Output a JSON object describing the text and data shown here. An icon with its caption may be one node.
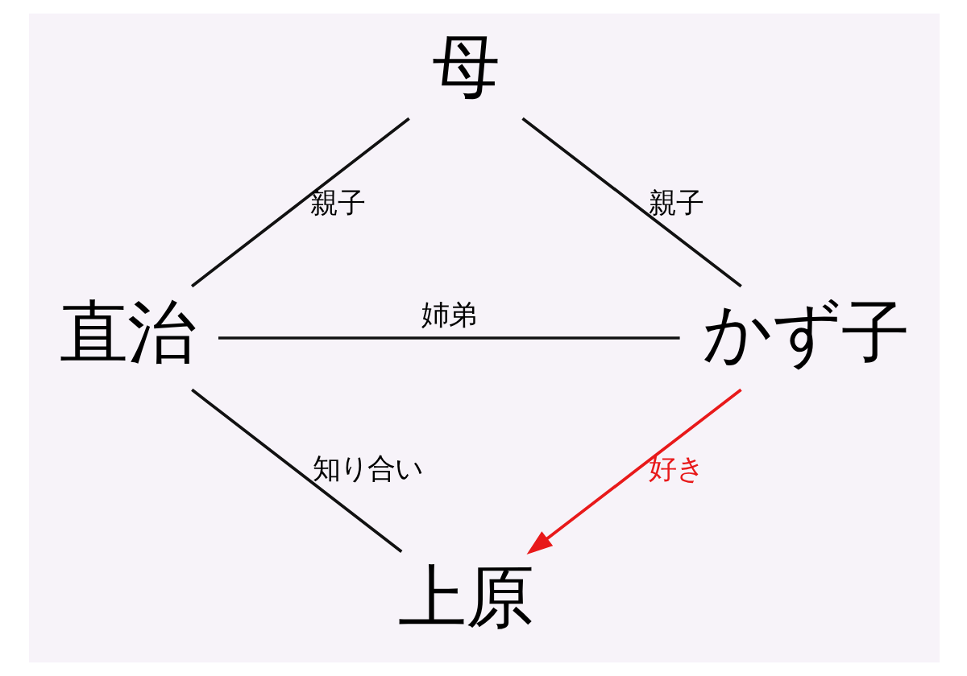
{
  "diagram": {
    "nodes": [
      {
        "text": [
          "母"
        ]
      },
      {
        "text": [
          "直治"
        ]
      },
      {
        "text": [
          "かず子"
        ]
      },
      {
        "text": [
          "上原"
        ]
      }
    ],
    "edges": [
      {
        "from": 1,
        "to": 0,
        "arrow": "none",
        "label": "親子"
      },
      {
        "from": 0,
        "to": 2,
        "arrow": "none",
        "label": "親子"
      },
      {
        "from": 1,
        "to": 2,
        "arrow": "none",
        "label": "姉弟"
      },
      {
        "from": 1,
        "to": 3,
        "arrow": "none",
        "label": "知り合い"
      },
      {
        "from": 2,
        "to": 3,
        "arrow": "to",
        "label": "好き",
        "color": "#e8191a"
      }
    ]
  }
}
